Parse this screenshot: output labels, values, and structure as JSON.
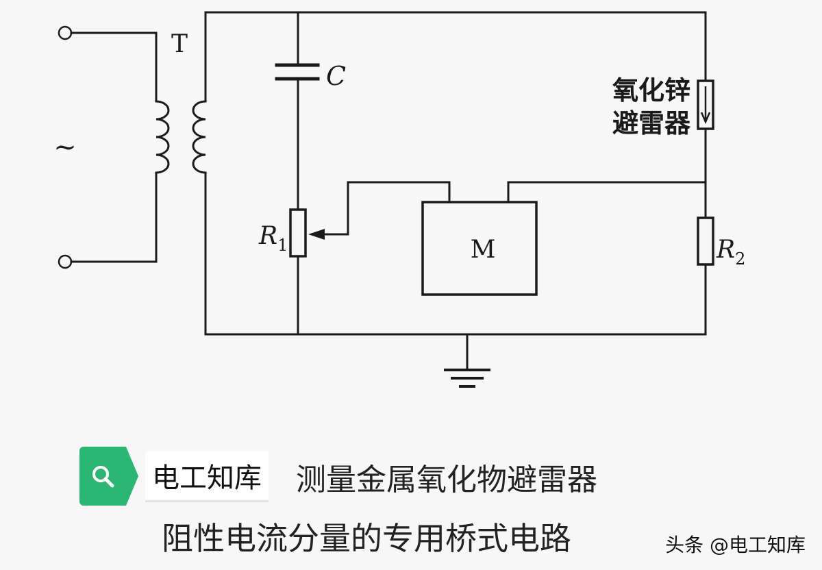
{
  "labels": {
    "transformer": "T",
    "ac_symbol": "~",
    "capacitor": "C",
    "r1_main": "R",
    "r1_sub": "1",
    "r2_main": "R",
    "r2_sub": "2",
    "meter": "M",
    "arrester_line1": "氧化锌",
    "arrester_line2": "避雷器"
  },
  "caption": {
    "badge": "电工知库",
    "line1": "测量金属氧化物避雷器",
    "line2": "阻性电流分量的专用桥式电路"
  },
  "watermark": "头条 @电工知库",
  "colors": {
    "ink": "#1a1a1a",
    "accent": "#2bb673",
    "background": "#f7f7f7"
  },
  "icons": {
    "badge_icon": "search-icon"
  }
}
